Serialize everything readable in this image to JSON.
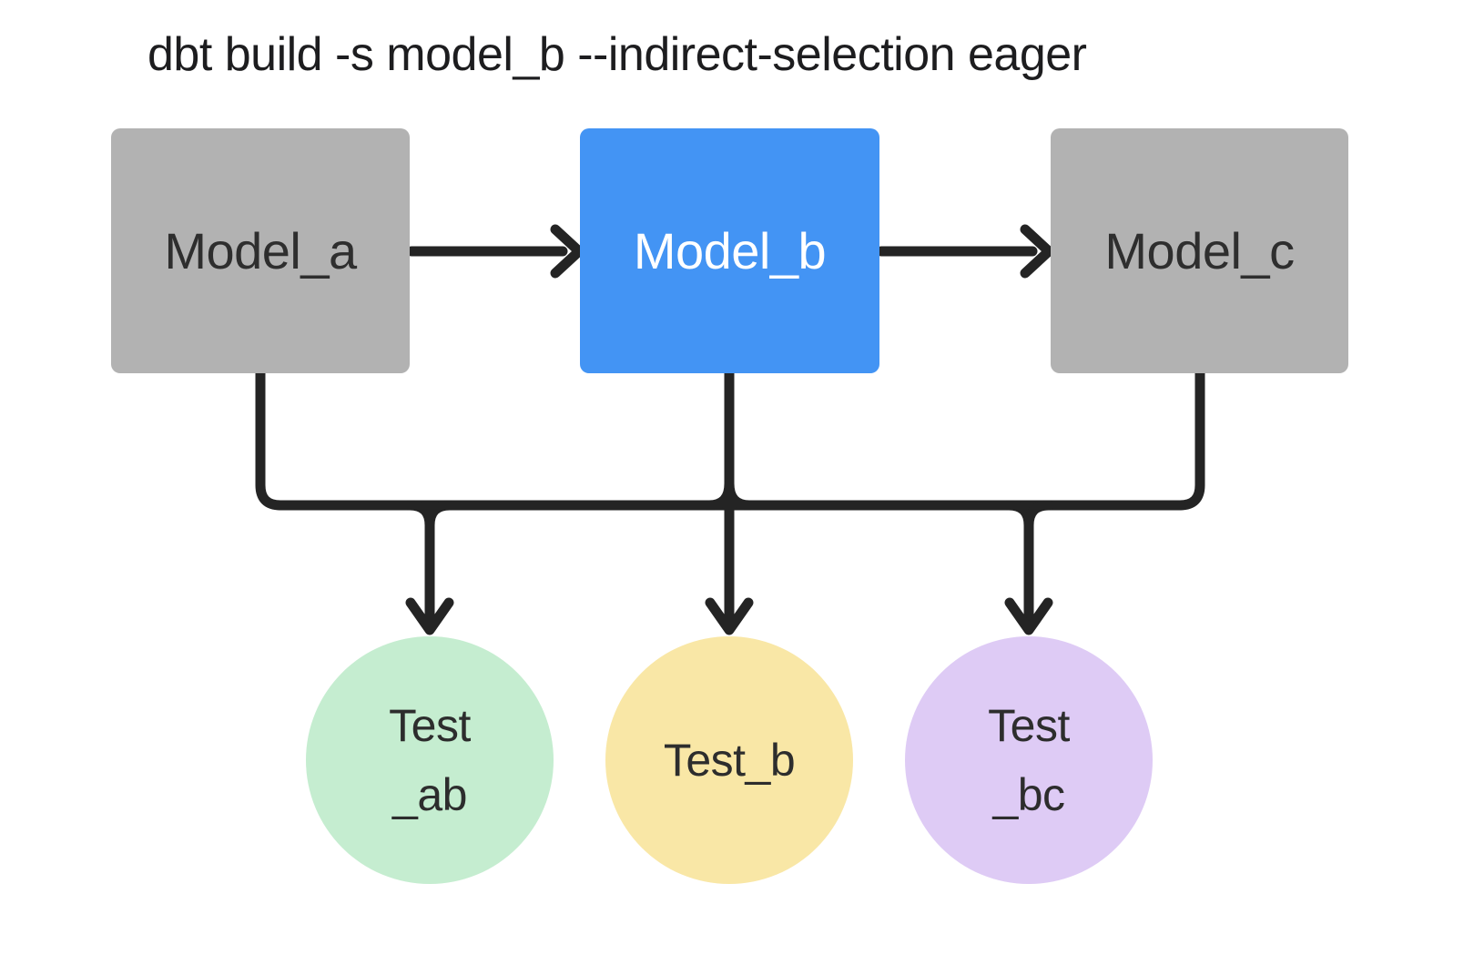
{
  "title": "dbt build -s model_b --indirect-selection eager",
  "nodes": {
    "models": [
      {
        "name": "Model_a",
        "fill": "#B2B2B2",
        "text_color": "#2E2E2E"
      },
      {
        "name": "Model_b",
        "fill": "#4394F4",
        "text_color": "#FFFFFF"
      },
      {
        "name": "Model_c",
        "fill": "#B2B2B2",
        "text_color": "#2E2E2E"
      }
    ],
    "tests": [
      {
        "name": "Test_ab",
        "line1": "Test",
        "line2": "_ab",
        "fill": "#C5EDD0"
      },
      {
        "name": "Test_b",
        "line1": "Test_b",
        "fill": "#F9E7A6"
      },
      {
        "name": "Test_bc",
        "line1": "Test",
        "line2": "_bc",
        "fill": "#DECBF5"
      }
    ]
  },
  "edges": [
    {
      "from": "Model_a",
      "to": "Model_b"
    },
    {
      "from": "Model_b",
      "to": "Model_c"
    },
    {
      "from": "Model_a",
      "to": "Test_ab"
    },
    {
      "from": "Model_b",
      "to": "Test_ab"
    },
    {
      "from": "Model_b",
      "to": "Test_b"
    },
    {
      "from": "Model_b",
      "to": "Test_bc"
    },
    {
      "from": "Model_c",
      "to": "Test_bc"
    }
  ],
  "style": {
    "edge_color": "#242424",
    "background": "#FFFFFF"
  }
}
